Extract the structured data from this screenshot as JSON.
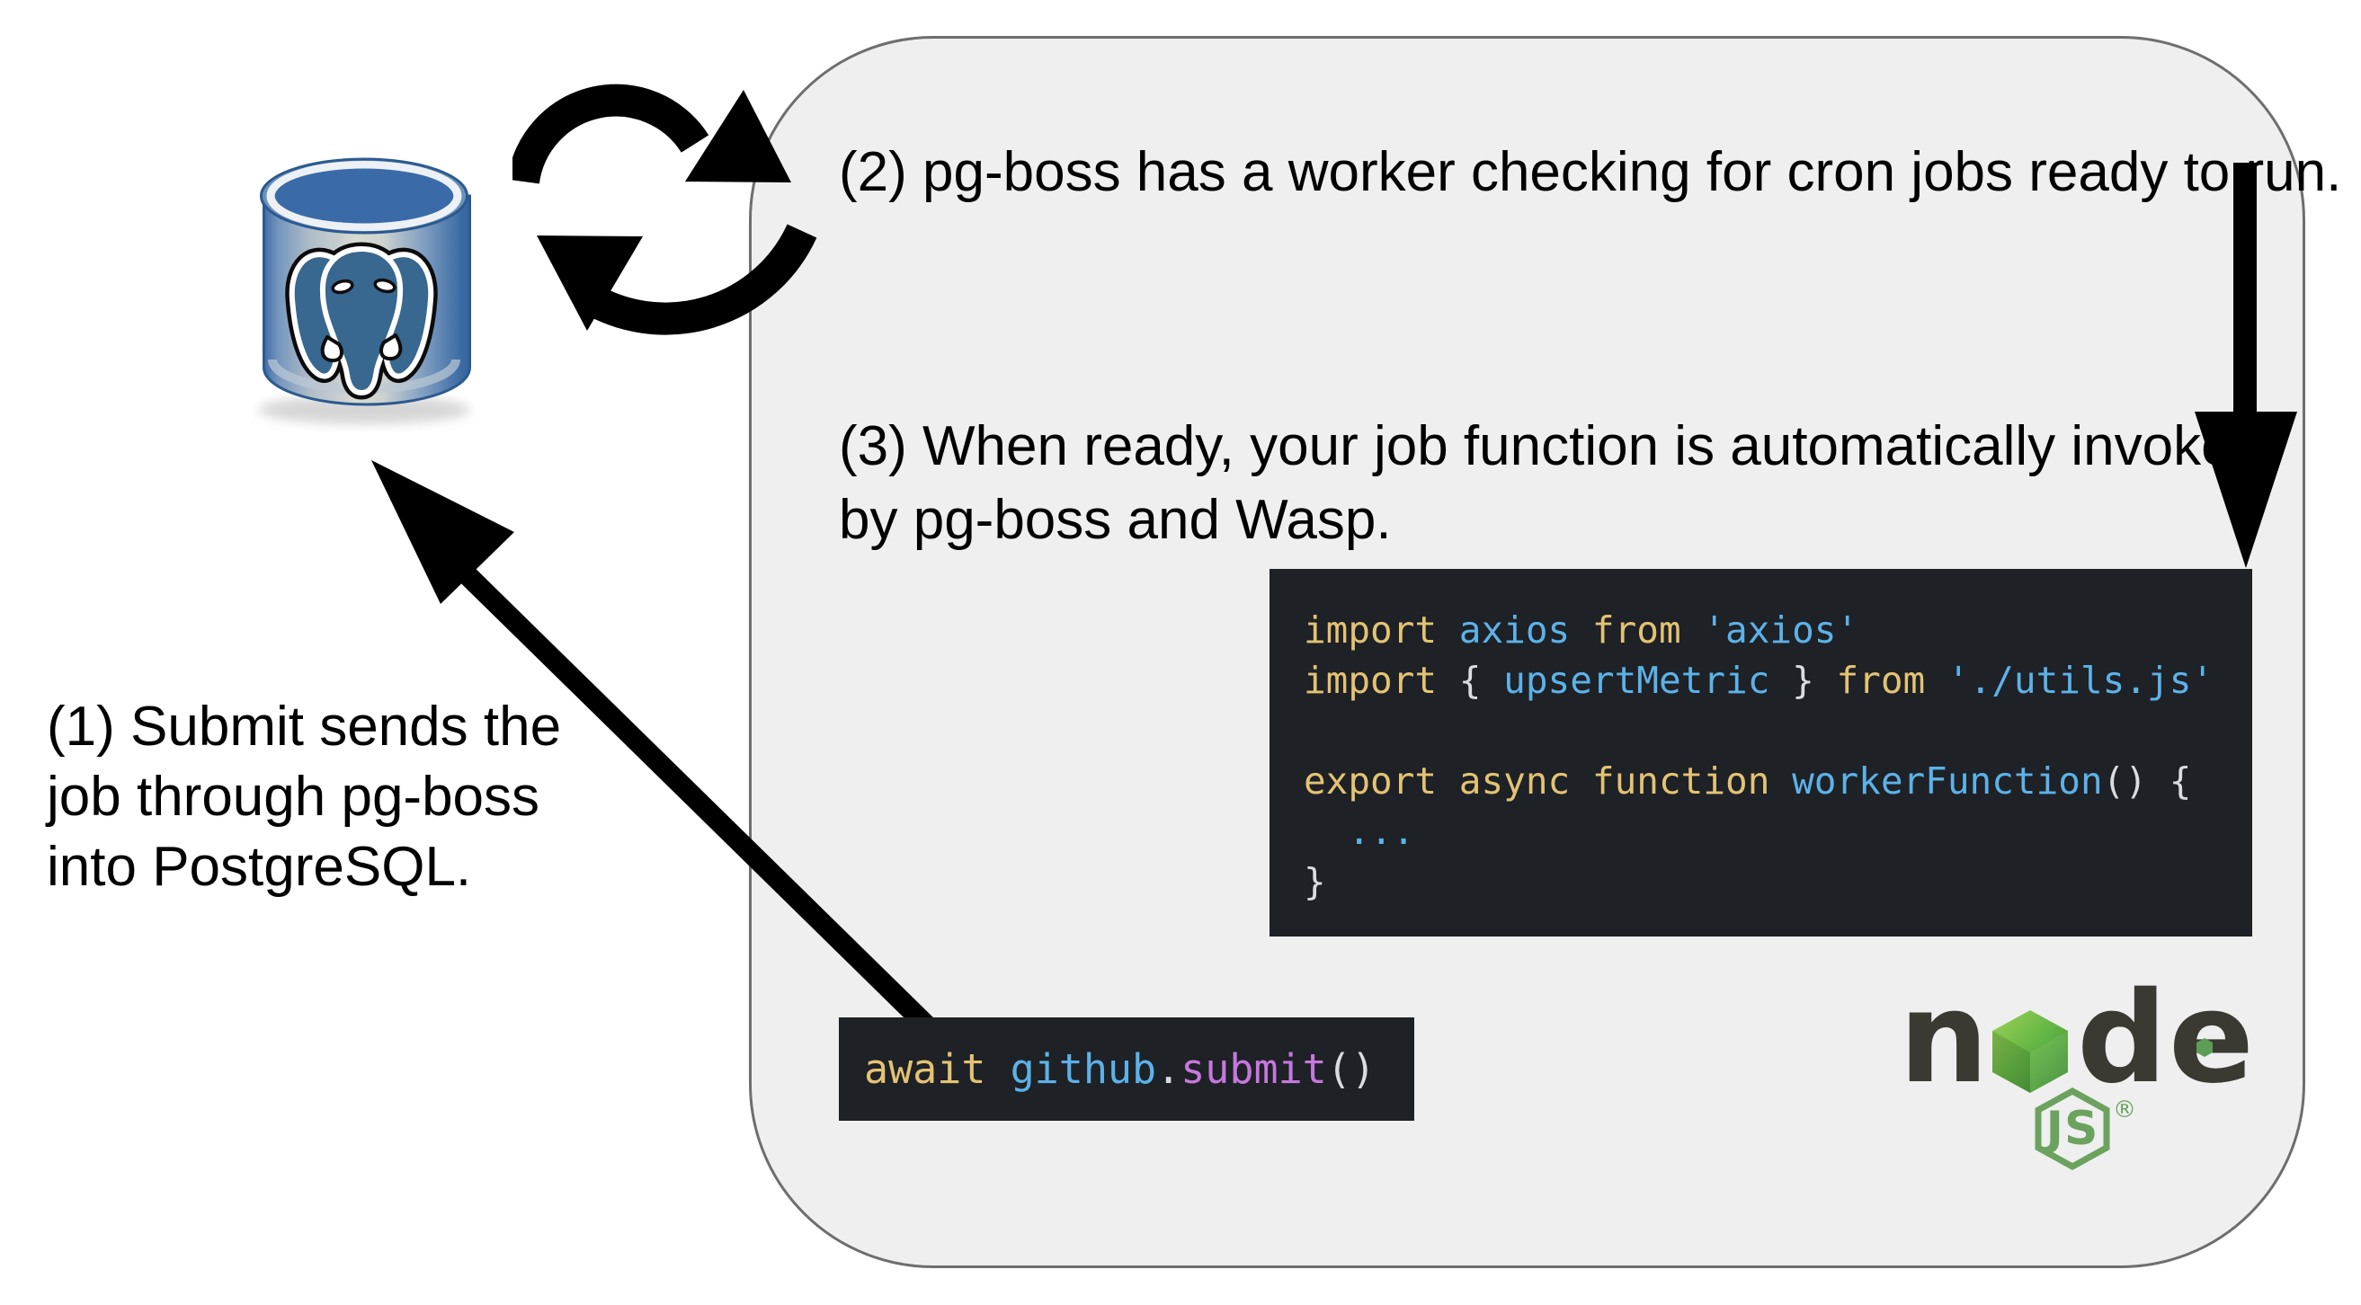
{
  "colors": {
    "page_bg": "#ffffff",
    "panel_fill": "#efefef",
    "panel_border": "#6e6e6e",
    "arrow_black": "#000000",
    "code_bg": "#1e2126",
    "kw": "#e3c373",
    "id": "#5cb2e8",
    "str": "#5cb2e8",
    "pu": "#d9dde3",
    "fn": "#c678dd",
    "node_dark": "#3a3a33",
    "node_green_light": "#94ce51",
    "node_green_dark": "#3f8a37",
    "node_badge_green": "#6ba25e",
    "pg_top_blue": "#3a6ba8",
    "pg_elephant_blue": "#38678f"
  },
  "labels": {
    "step1": "(1) Submit sends the\njob through pg-boss\ninto PostgreSQL.",
    "step2": "(2) pg-boss has a worker checking for cron jobs ready to run.",
    "step3": "(3) When ready, your job function is automatically invoked\nby pg-boss and Wasp."
  },
  "worker_code": {
    "lines": [
      [
        {
          "t": "import ",
          "r": "kw"
        },
        {
          "t": "axios ",
          "r": "id"
        },
        {
          "t": "from ",
          "r": "kw"
        },
        {
          "t": "'axios'",
          "r": "str"
        }
      ],
      [
        {
          "t": "import ",
          "r": "kw"
        },
        {
          "t": "{ ",
          "r": "pu"
        },
        {
          "t": "upsertMetric",
          "r": "id"
        },
        {
          "t": " } ",
          "r": "pu"
        },
        {
          "t": "from ",
          "r": "kw"
        },
        {
          "t": "'./utils.js'",
          "r": "str"
        }
      ],
      [],
      [
        {
          "t": "export ",
          "r": "kw"
        },
        {
          "t": "async ",
          "r": "kw"
        },
        {
          "t": "function ",
          "r": "kw"
        },
        {
          "t": "workerFunction",
          "r": "id"
        },
        {
          "t": "() {",
          "r": "pu"
        }
      ],
      [
        {
          "t": "  ...",
          "r": "id"
        }
      ],
      [
        {
          "t": "}",
          "r": "pu"
        }
      ]
    ]
  },
  "submit_code": {
    "lines": [
      [
        {
          "t": "await ",
          "r": "kw"
        },
        {
          "t": "github",
          "r": "id"
        },
        {
          "t": ".",
          "r": "pu"
        },
        {
          "t": "submit",
          "r": "fn"
        },
        {
          "t": "()",
          "r": "pu"
        }
      ]
    ]
  },
  "nodejs": {
    "letter_n": "n",
    "letter_d": "d",
    "letter_e": "e",
    "js": "JS",
    "registered": "®"
  }
}
